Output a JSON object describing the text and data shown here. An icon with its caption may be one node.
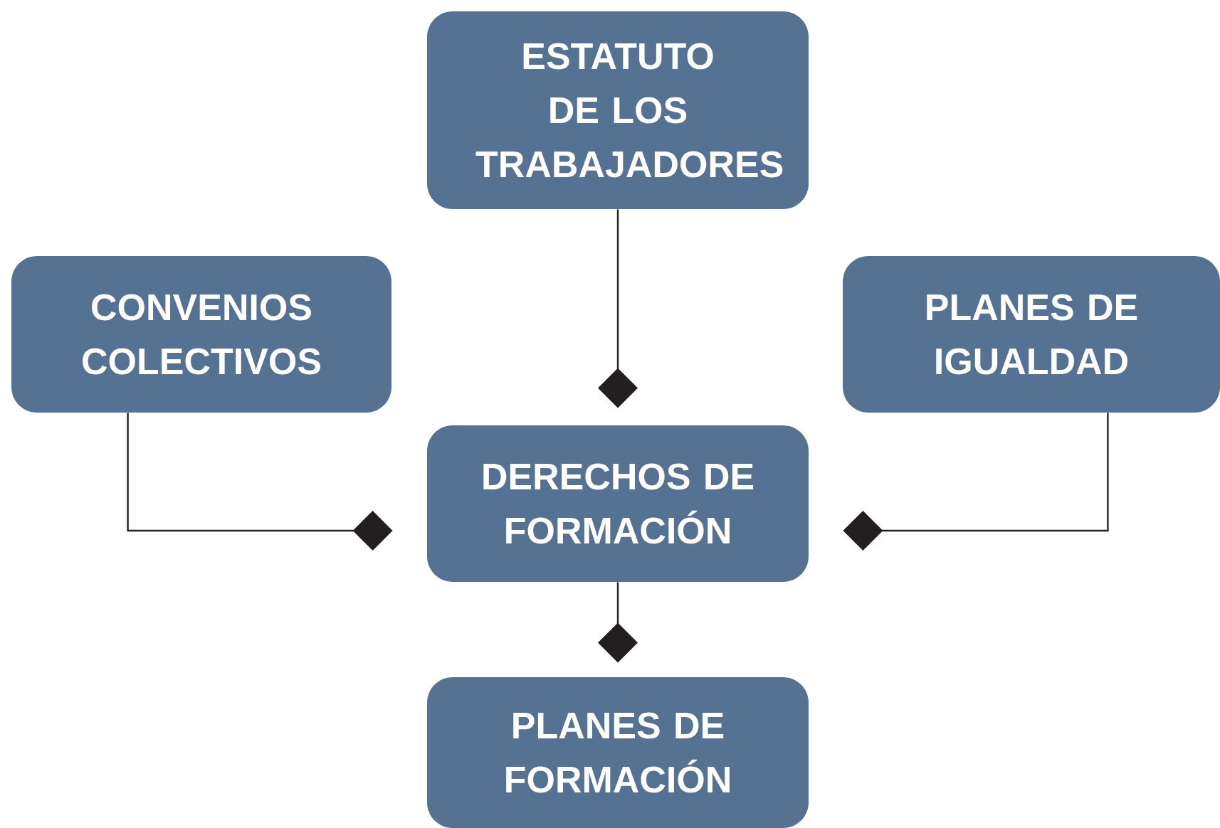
{
  "diagram": {
    "nodes": [
      {
        "text": [
          "ESTATUTO DE LOS TRABAJADORES"
        ]
      },
      {
        "text": [
          "CONVENIOS COLECTIVOS"
        ]
      },
      {
        "text": [
          "PLANES DE IGUALDAD"
        ]
      },
      {
        "text": [
          "DERECHOS DE FORMACIÓN"
        ]
      },
      {
        "text": [
          "PLANES DE FORMACIÓN"
        ]
      }
    ],
    "edges": [
      {
        "from": 0,
        "to": 3,
        "arrow": "other"
      },
      {
        "from": 1,
        "to": 3,
        "arrow": "other"
      },
      {
        "from": 2,
        "to": 3,
        "arrow": "other"
      },
      {
        "from": 3,
        "to": 4,
        "arrow": "other"
      }
    ]
  }
}
